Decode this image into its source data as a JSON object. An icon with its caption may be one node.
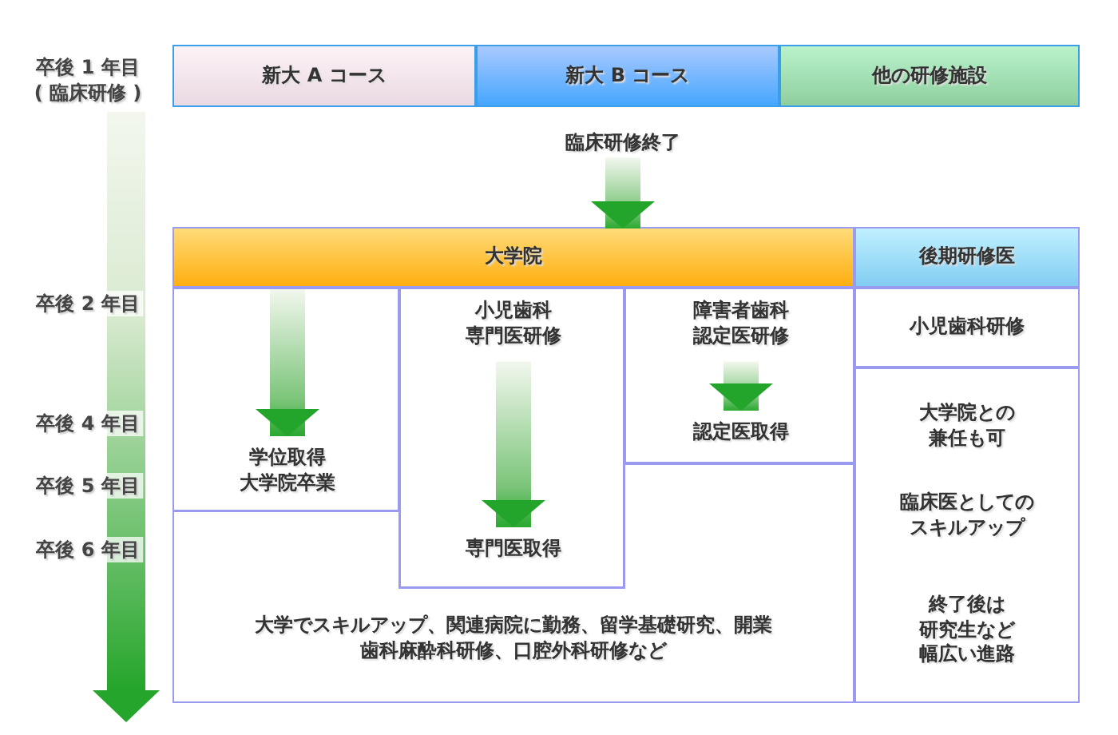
{
  "diagram": {
    "nodes": [
      {
        "text": [
          "新大 A コース"
        ]
      },
      {
        "text": [
          "新大 B コース"
        ]
      },
      {
        "text": [
          "他の研修施設"
        ]
      },
      {
        "text": [
          "臨床研修終了"
        ]
      },
      {
        "text": [
          "大学院"
        ]
      },
      {
        "text": [
          "後期研修医"
        ]
      },
      {
        "text": [],
        "shape": "box"
      },
      {
        "text": [
          "学位取得大学院卒業"
        ],
        "in": 6
      },
      {
        "text": [],
        "shape": "box"
      },
      {
        "text": [
          "小児歯科専門医研修"
        ],
        "in": 8
      },
      {
        "text": [
          "専門医取得"
        ],
        "in": 8
      },
      {
        "text": [],
        "shape": "box"
      },
      {
        "text": [
          "障害者歯科認定医研修"
        ],
        "in": 11
      },
      {
        "text": [
          "認定医取得"
        ],
        "in": 11
      },
      {
        "text": [
          "大学でスキルアップ、関連病院に勤務、留学基礎研究、開業歯科麻酔科研修、口腔外科研修など"
        ]
      },
      {
        "text": [
          "小児歯科研修"
        ]
      },
      {
        "text": [
          "大学院との兼任も可",
          "臨床医としてのスキルアップ",
          "終了後は研究生など幅広い進路"
        ]
      }
    ],
    "edges": [
      {
        "from": 3,
        "to": 4,
        "arrow": "to"
      },
      {
        "from": 6,
        "to": 7,
        "arrow": "to"
      },
      {
        "from": 9,
        "to": 10,
        "arrow": "to"
      },
      {
        "from": 12,
        "to": 13,
        "arrow": "to"
      }
    ],
    "labels": [
      "卒後 1 年目",
      "( 臨床研修 )",
      "卒後 2 年目",
      "卒後 4 年目",
      "卒後 5 年目",
      "卒後 6 年目"
    ]
  }
}
